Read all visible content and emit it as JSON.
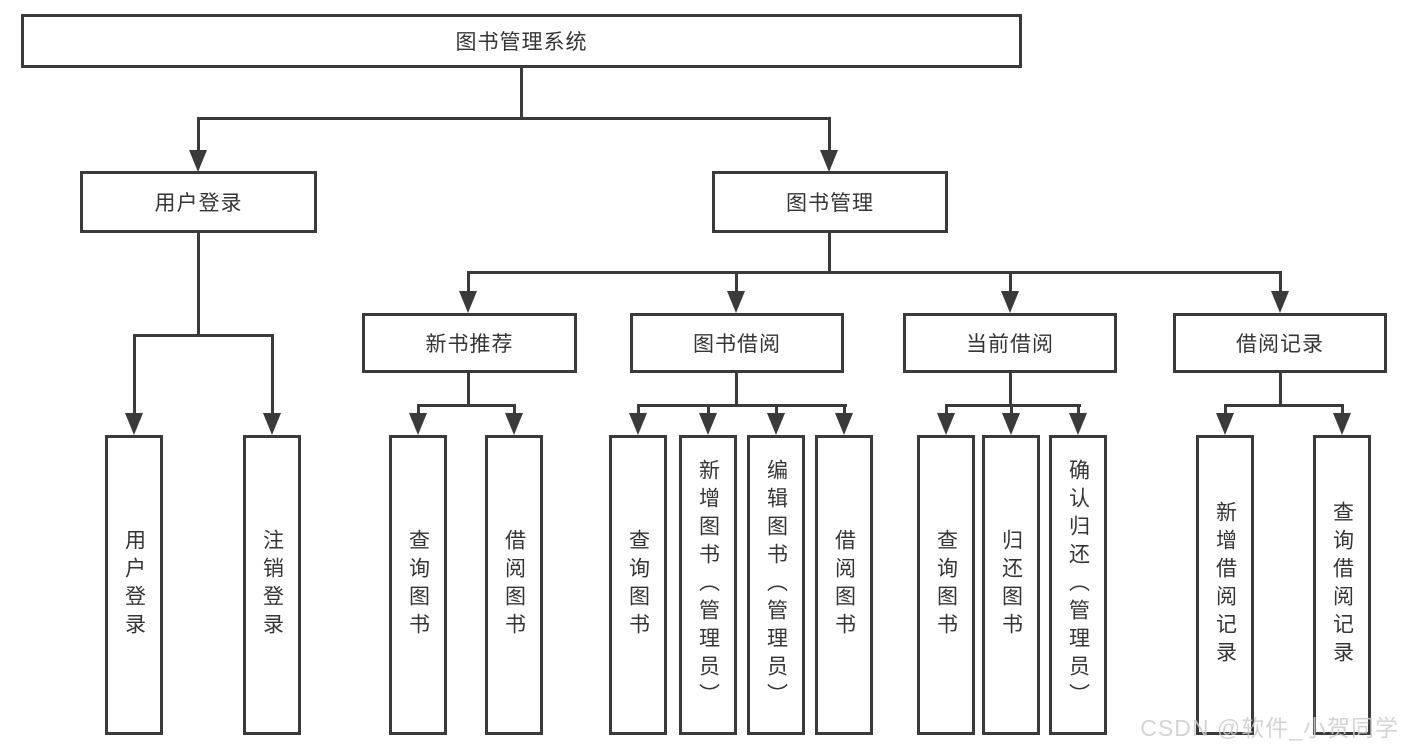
{
  "diagram": {
    "root": {
      "label": "图书管理系统"
    },
    "branches": [
      {
        "label": "用户登录",
        "children": [
          {
            "label": "用户登录"
          },
          {
            "label": "注销登录"
          }
        ]
      },
      {
        "label": "图书管理",
        "children": [
          {
            "label": "新书推荐",
            "children": [
              {
                "label": "查询图书"
              },
              {
                "label": "借阅图书"
              }
            ]
          },
          {
            "label": "图书借阅",
            "children": [
              {
                "label": "查询图书"
              },
              {
                "label": "新增图书（管理员）"
              },
              {
                "label": "编辑图书（管理员）"
              },
              {
                "label": "借阅图书"
              }
            ]
          },
          {
            "label": "当前借阅",
            "children": [
              {
                "label": "查询图书"
              },
              {
                "label": "归还图书"
              },
              {
                "label": "确认归还（管理员）"
              }
            ]
          },
          {
            "label": "借阅记录",
            "children": [
              {
                "label": "新增借阅记录"
              },
              {
                "label": "查询借阅记录"
              }
            ]
          }
        ]
      }
    ]
  },
  "watermark": "CSDN @软件_小贺同学",
  "colors": {
    "line": "#3a3a3a",
    "text": "#353535",
    "background": "#ffffff",
    "watermark": "#cdcdcd"
  }
}
